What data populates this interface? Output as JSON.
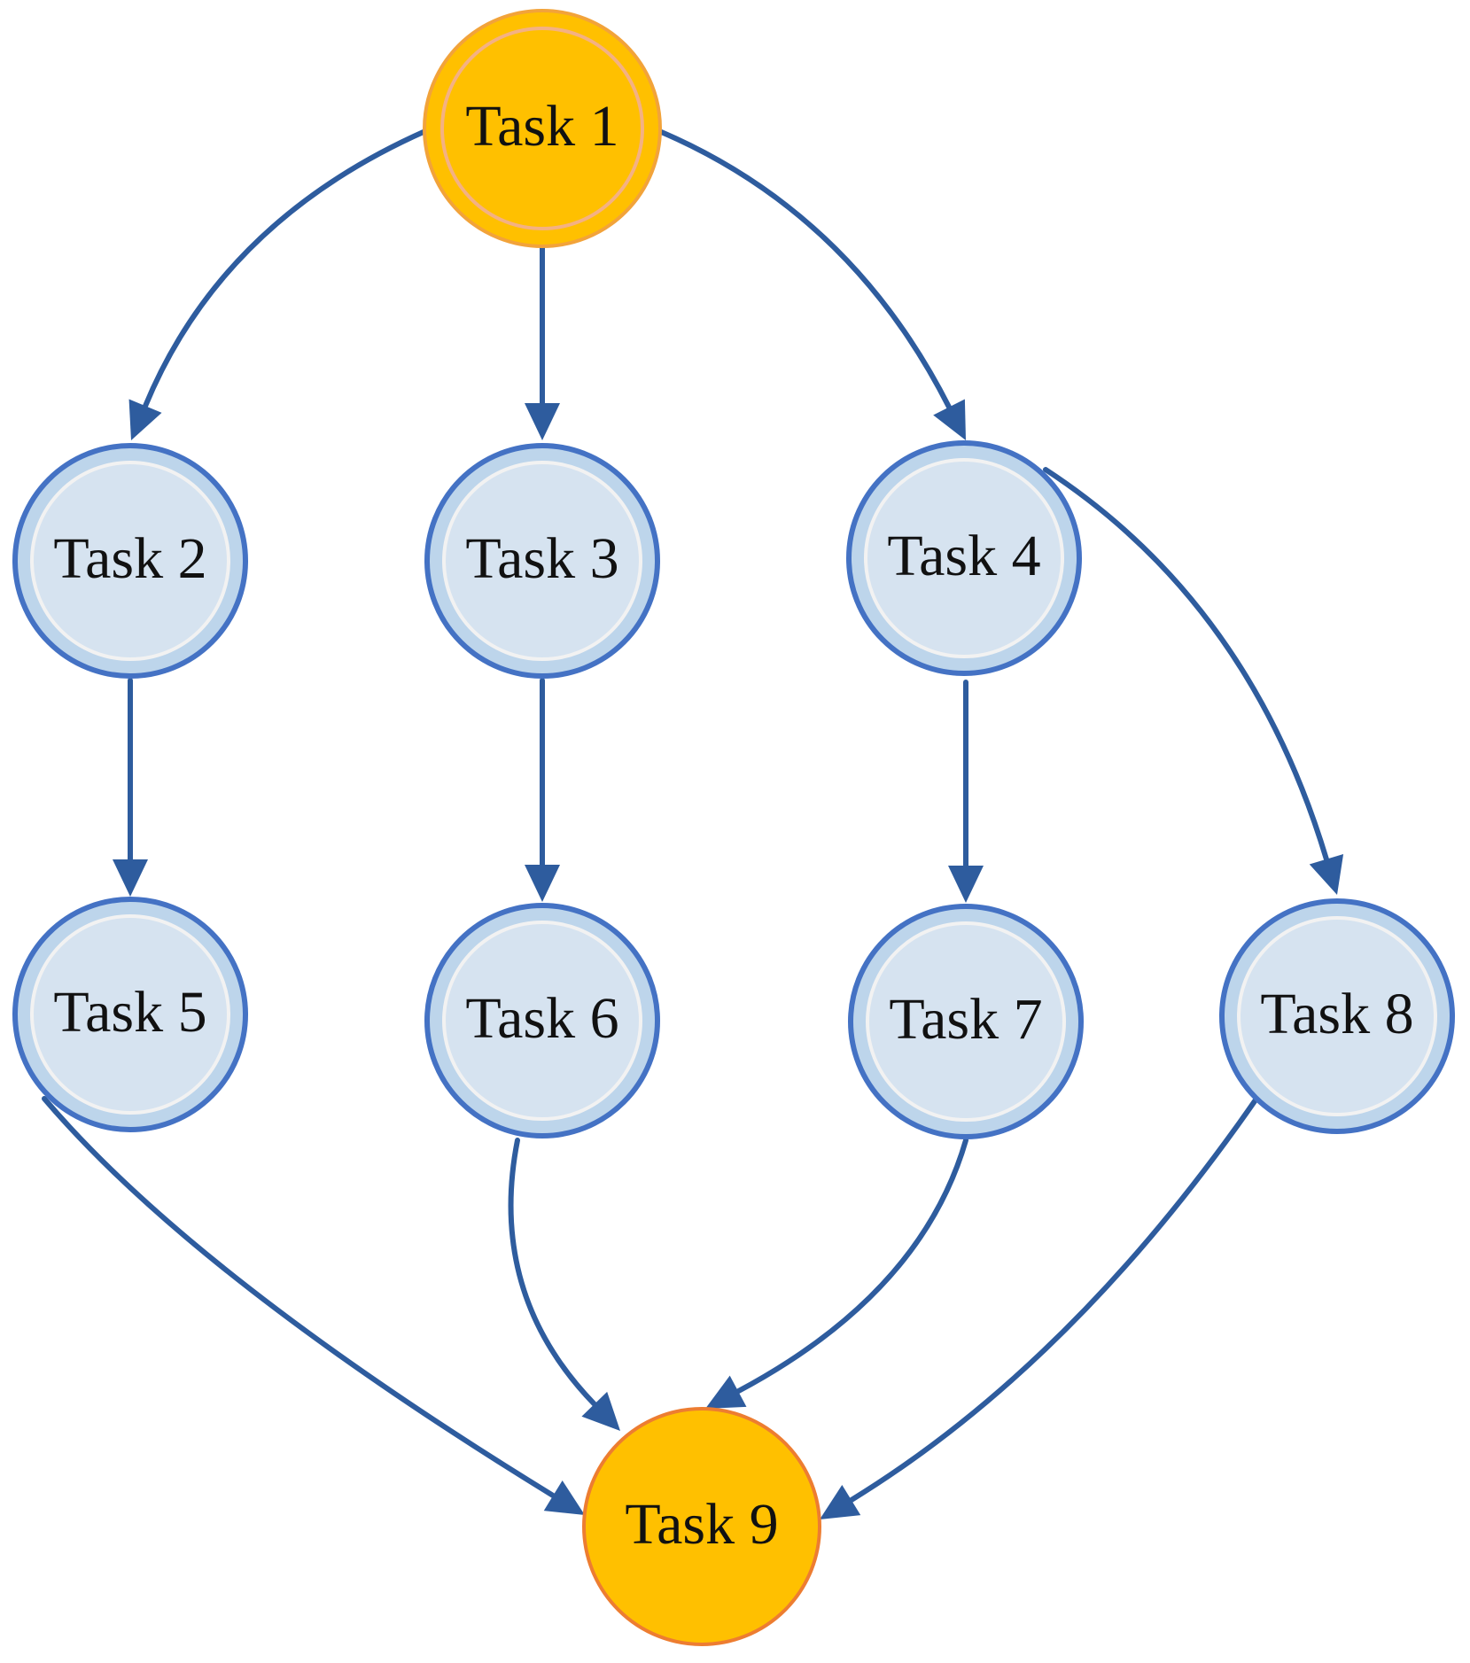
{
  "diagram": {
    "type": "task-dependency-graph",
    "colors": {
      "start_end_fill": "#FFC000",
      "start_end_stroke": "#ED7D31",
      "start_inner_ring": "#F4B183",
      "task_fill": "#D6E3F0",
      "task_ring": "#BDD5EB",
      "task_stroke": "#4472C4",
      "task_inner_ring": "#F2F2F2",
      "edge": "#2E5C9E",
      "label": "#111111"
    },
    "nodes": [
      {
        "id": "t1",
        "label": "Task 1",
        "role": "start"
      },
      {
        "id": "t2",
        "label": "Task 2",
        "role": "task"
      },
      {
        "id": "t3",
        "label": "Task 3",
        "role": "task"
      },
      {
        "id": "t4",
        "label": "Task 4",
        "role": "task"
      },
      {
        "id": "t5",
        "label": "Task 5",
        "role": "task"
      },
      {
        "id": "t6",
        "label": "Task 6",
        "role": "task"
      },
      {
        "id": "t7",
        "label": "Task 7",
        "role": "task"
      },
      {
        "id": "t8",
        "label": "Task 8",
        "role": "task"
      },
      {
        "id": "t9",
        "label": "Task 9",
        "role": "end"
      }
    ],
    "edges": [
      {
        "from": "t1",
        "to": "t2"
      },
      {
        "from": "t1",
        "to": "t3"
      },
      {
        "from": "t1",
        "to": "t4"
      },
      {
        "from": "t2",
        "to": "t5"
      },
      {
        "from": "t3",
        "to": "t6"
      },
      {
        "from": "t4",
        "to": "t7"
      },
      {
        "from": "t4",
        "to": "t8"
      },
      {
        "from": "t5",
        "to": "t9"
      },
      {
        "from": "t6",
        "to": "t9"
      },
      {
        "from": "t7",
        "to": "t9"
      },
      {
        "from": "t8",
        "to": "t9"
      }
    ]
  }
}
